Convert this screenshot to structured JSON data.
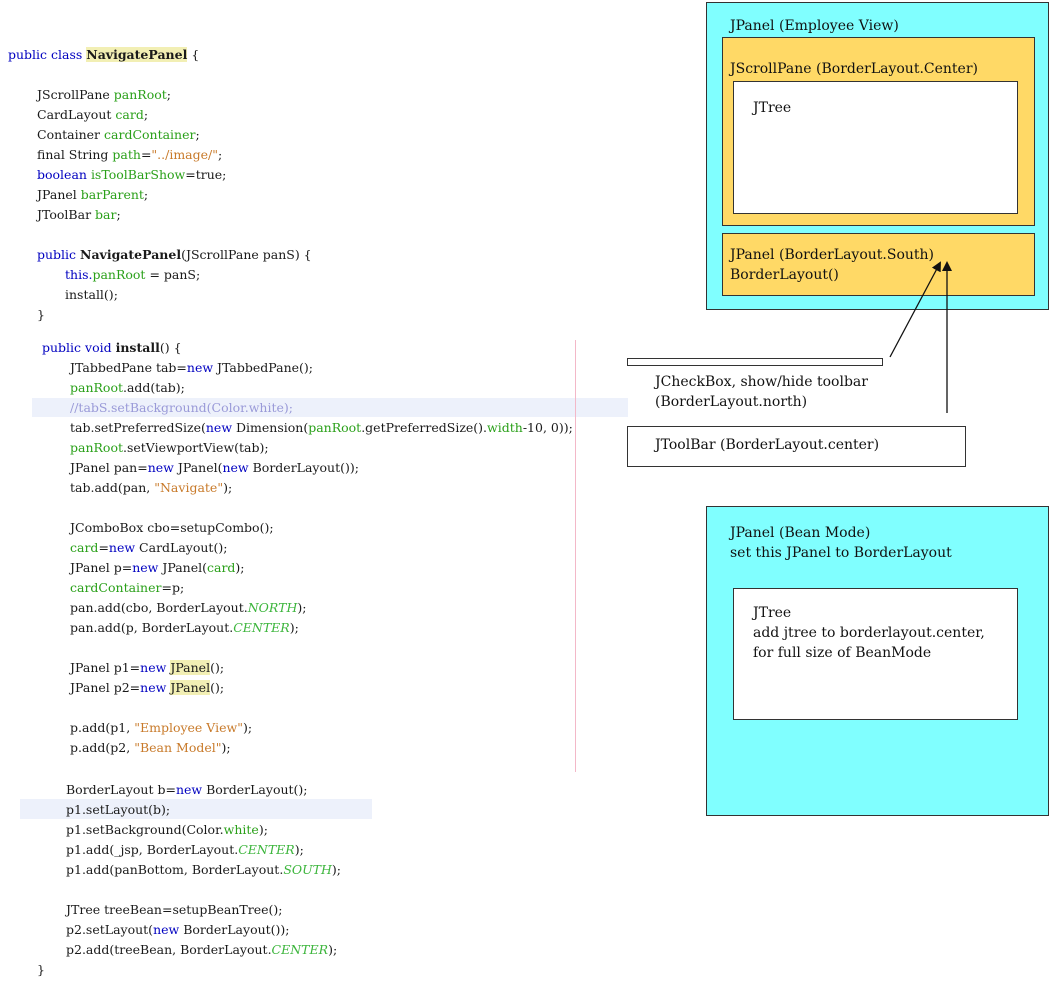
{
  "code": {
    "class_decl": [
      "public class ",
      "NavigatePanel",
      " {"
    ],
    "fields": [
      [
        "JScrollPane ",
        "panRoot",
        ";"
      ],
      [
        "CardLayout ",
        "card",
        ";"
      ],
      [
        "Container ",
        "cardContainer",
        ";"
      ],
      [
        "final String ",
        "path",
        "=",
        "\"../image/\"",
        ";"
      ],
      [
        "boolean ",
        "isToolBarShow",
        "=true;"
      ],
      [
        "JPanel ",
        "barParent",
        ";"
      ],
      [
        "JToolBar ",
        "bar",
        ";"
      ]
    ],
    "ctor": [
      [
        "public ",
        "NavigatePanel",
        "(JScrollPane panS) {"
      ],
      [
        "this.",
        "panRoot",
        " = panS;"
      ],
      [
        "install();"
      ],
      [
        "}"
      ]
    ],
    "install_header": [
      "public void ",
      "install",
      "() {"
    ],
    "install_body": [
      [
        "JTabbedPane tab=",
        "new",
        " JTabbedPane();"
      ],
      [
        "panRoot",
        ".add(tab);"
      ],
      [
        "//tabS.setBackground(Color.white);"
      ],
      [
        "tab.setPreferredSize(",
        "new",
        " Dimension(",
        "panRoot",
        ".getPreferredSize().",
        "width",
        "-10, 0));"
      ],
      [
        "panRoot",
        ".setViewportView(tab);"
      ],
      [
        "JPanel pan=",
        "new",
        " JPanel(",
        "new",
        " BorderLayout());"
      ],
      [
        "tab.add(pan, ",
        "\"Navigate\"",
        ");"
      ],
      [
        "JComboBox cbo=setupCombo();"
      ],
      [
        "card",
        "=",
        "new",
        " CardLayout();"
      ],
      [
        "JPanel p=",
        "new",
        " JPanel(",
        "card",
        ");"
      ],
      [
        "cardContainer",
        "=p;"
      ],
      [
        "pan.add(cbo, BorderLayout.",
        "NORTH",
        ");"
      ],
      [
        "pan.add(p, BorderLayout.",
        "CENTER",
        ");"
      ],
      [
        "JPanel p1=",
        "new",
        " ",
        "JPanel",
        "();"
      ],
      [
        "JPanel p2=",
        "new",
        " ",
        "JPanel",
        "();"
      ],
      [
        "p.add(p1, ",
        "\"Employee View\"",
        ");"
      ],
      [
        "p.add(p2, ",
        "\"Bean Model\"",
        ");"
      ],
      [
        "BorderLayout b=",
        "new",
        " BorderLayout();"
      ],
      [
        "p1.setLayout(b);"
      ],
      [
        "p1.setBackground(Color.",
        "white",
        ");"
      ],
      [
        "p1.add(_jsp, BorderLayout.",
        "CENTER",
        ");"
      ],
      [
        "p1.add(panBottom, BorderLayout.",
        "SOUTH",
        ");"
      ],
      [
        "JTree treeBean=setupBeanTree();"
      ],
      [
        "p2.setLayout(",
        "new",
        " BorderLayout());"
      ],
      [
        "p2.add(treeBean, BorderLayout.",
        "CENTER",
        ");"
      ],
      [
        "}"
      ]
    ]
  },
  "diagram": {
    "employee_view": "JPanel (Employee View)",
    "scrollpane": "JScrollPane (BorderLayout.Center)",
    "jtree": "JTree",
    "south_line1": "JPanel (BorderLayout.South)",
    "south_line2": "BorderLayout()",
    "checkbox_line1": "JCheckBox, show/hide toolbar",
    "checkbox_line2": "(BorderLayout.north)",
    "toolbar": "JToolBar (BorderLayout.center)",
    "bean_line1": "JPanel (Bean Mode)",
    "bean_line2": "set this JPanel to BorderLayout",
    "bean_tree_line1": "JTree",
    "bean_tree_line2": "add jtree to borderlayout.center,",
    "bean_tree_line3": "for full size of BeanMode"
  },
  "colors": {
    "outer_panel": "#80ffff",
    "inner_panel": "#ffd966",
    "keyword": "#0000c0",
    "field": "#2aa019",
    "string": "#c87a2a"
  }
}
